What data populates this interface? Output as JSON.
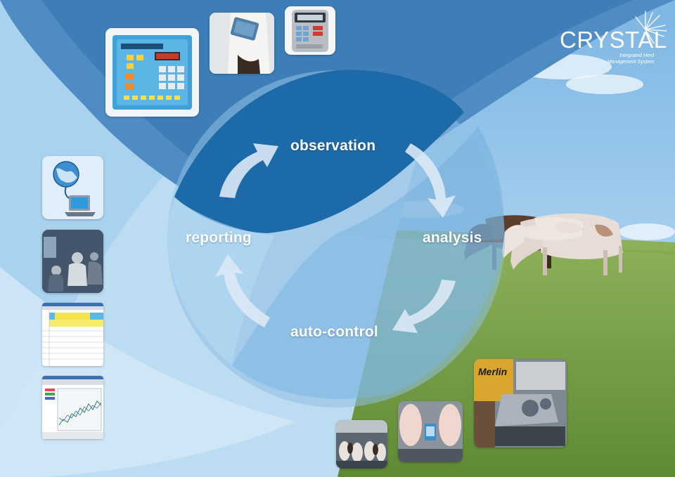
{
  "diagram": {
    "cycle_labels": {
      "observation": "observation",
      "analysis": "analysis",
      "auto_control": "auto-control",
      "reporting": "reporting"
    },
    "logo": {
      "name": "CRYSTAL",
      "subtitle_line1": "Integrated Herd",
      "subtitle_line2": "Management System"
    },
    "photo_branding": {
      "milking_robot_brand": "Merlin"
    },
    "icons": [
      "control-panel-icon",
      "collar-sensor-icon",
      "handheld-terminal-icon",
      "globe-computer-icon",
      "cycle-arrow-icon",
      "crystal-star-icon"
    ],
    "colors": {
      "deep_blue": "#2a6aa6",
      "mid_blue": "#4f8cc4",
      "light_blue": "#a9d2ee",
      "pale_blue": "#bcdcf2",
      "circle_blue": "#1d6aa8",
      "arrow_fill": "#dbe9f5",
      "grass_green": "#6f9a3f",
      "sky_blue": "#8cc1e6"
    }
  }
}
